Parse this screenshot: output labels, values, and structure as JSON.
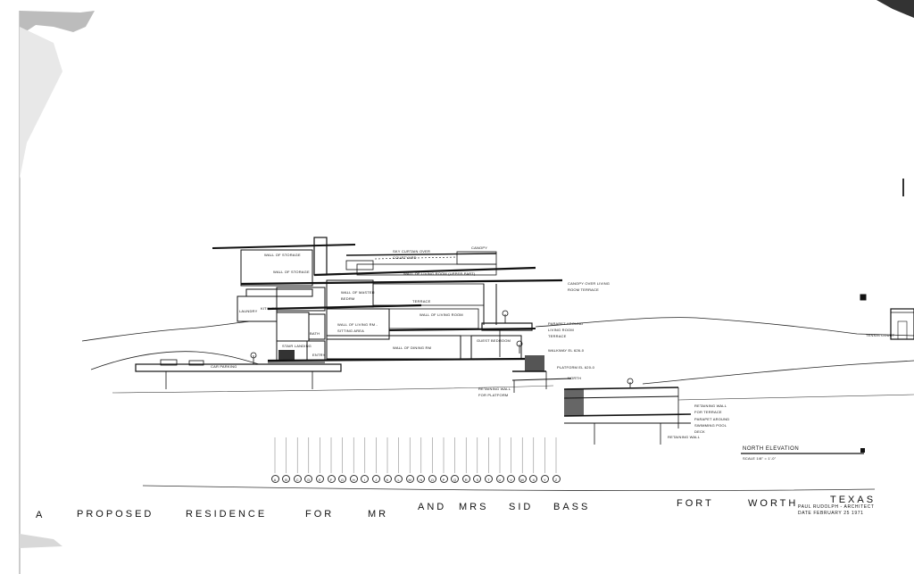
{
  "title_block": {
    "sheet_letter": "A",
    "words": [
      "PROPOSED",
      "RESIDENCE",
      "FOR",
      "MR",
      "AND",
      "MRS",
      "SID",
      "BASS",
      "FORT",
      "WORTH",
      "TEXAS"
    ],
    "architect": "PAUL RUDOLPH - ARCHITECT",
    "date": "DATE FEBRUARY 25 1971"
  },
  "elevation": {
    "title": "NORTH ELEVATION",
    "scale": "SCALE 1/8\" = 1'-0\""
  },
  "grid_markers": [
    "A",
    "B",
    "C",
    "D",
    "E",
    "F",
    "G",
    "H",
    "I",
    "J",
    "K",
    "L",
    "M",
    "N",
    "O",
    "P",
    "Q",
    "R",
    "S",
    "T",
    "U",
    "V",
    "W",
    "X",
    "Y",
    "Z"
  ],
  "notes": {
    "car_parking": "CAR PARKING",
    "wall_of_storage_top": "WALL OF STORAGE",
    "wall_of_storage": "WALL OF STORAGE",
    "laundry": "LAUNDRY",
    "kitchen": "KITCHEN",
    "stair_landing": "STAIR LANDING",
    "entry": "ENTRY",
    "bath": "BATH",
    "wall_of_master_bedrm": "WALL OF MASTER BEDRM",
    "wall_of_living_rm_sitting": "WALL OF LIVING RM - SITTING AREA",
    "wall_of_living_room_upper": "WALL OF LIVING ROOM (UPPER PART)",
    "wall_of_living_room": "WALL OF LIVING ROOM",
    "wall_of_dining_rm": "WALL OF DINING RM",
    "guest_bedroom": "GUEST BEDROOM",
    "sky_curtain": "SKY CURTAIN OVER COURTYARD",
    "canopy": "CANOPY",
    "canopy_over": "CANOPY OVER LIVING ROOM TERRACE",
    "terrace": "TERRACE",
    "parapet_around": "PARAPET AROUND LIVING ROOM TERRACE",
    "walkway": "WALKWAY EL 626-0",
    "platform": "PLATFORM EL 620-0",
    "retaining_wall_platform": "RETAINING WALL FOR PLATFORM",
    "retaining_wall_terrace": "RETAINING WALL FOR TERRACE",
    "parapet_around_pool": "PARAPET AROUND SWIMMING POOL DECK",
    "retaining_wall": "RETAINING WALL",
    "north": "NORTH",
    "tennis_court": "TENNIS COURT"
  }
}
